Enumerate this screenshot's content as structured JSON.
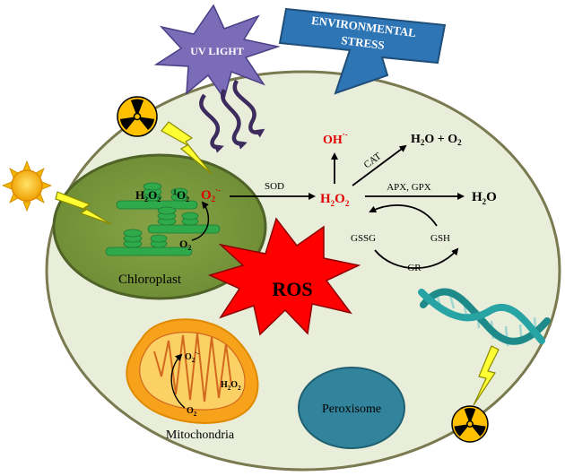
{
  "labels": {
    "uv_light": "UV LIGHT",
    "env_line1": "ENVIRONMENTAL",
    "env_line2": "STRESS",
    "chloroplast": "Chloroplast",
    "mitochondria": "Mitochondria",
    "peroxisome": "Peroxisome",
    "ros": "ROS",
    "sod": "SOD",
    "cat": "CAT",
    "apx_gpx": "APX, GPX",
    "gr": "GR",
    "gssg": "GSSG",
    "gsh": "GSH"
  },
  "chem": {
    "h2o2_chloro": {
      "main": "H",
      "sub1": "2",
      "mid": "O",
      "sub2": "2"
    },
    "singlet_o2": {
      "sup": "1",
      "main": "O",
      "sub": "2"
    },
    "superoxide_chloro": {
      "main": "O",
      "sub": "2",
      "sup": "·-"
    },
    "o2_chloro": {
      "main": "O",
      "sub": "2"
    },
    "h2o2_center": {
      "main": "H",
      "sub1": "2",
      "mid": "O",
      "sub2": "2"
    },
    "oh_radical": {
      "main": "OH",
      "sup": "·-"
    },
    "h2o_o2": {
      "main1": "H",
      "sub1": "2",
      "main2": "O + O",
      "sub2": "2"
    },
    "h2o": {
      "main": "H",
      "sub": "2",
      "tail": "O"
    },
    "superoxide_mito": {
      "main": "O",
      "sub": "2",
      "sup": "·-"
    },
    "h2o2_mito": {
      "main": "H",
      "sub1": "2",
      "mid": "O",
      "sub2": "2"
    },
    "o2_mito": {
      "main": "O",
      "sub": "2"
    }
  },
  "icons": [
    "uv-burst-icon",
    "radiation-icon",
    "sun-icon",
    "lightning-icon",
    "dna-icon"
  ],
  "colors": {
    "cell_fill": "#e9eedb",
    "cell_border": "#7a7a50",
    "chloroplast_fill": "#77933c",
    "chloroplast_border": "#4f6228",
    "thylakoid": "#2eaa4a",
    "ros_red": "#ff0000",
    "mito_orange": "#f6a21b",
    "peroxisome_blue": "#31849b",
    "uv_purple": "#7b6cb8",
    "env_blue": "#2e75b6",
    "radiation_yellow": "#ffc000",
    "chem_red": "#e00000"
  }
}
